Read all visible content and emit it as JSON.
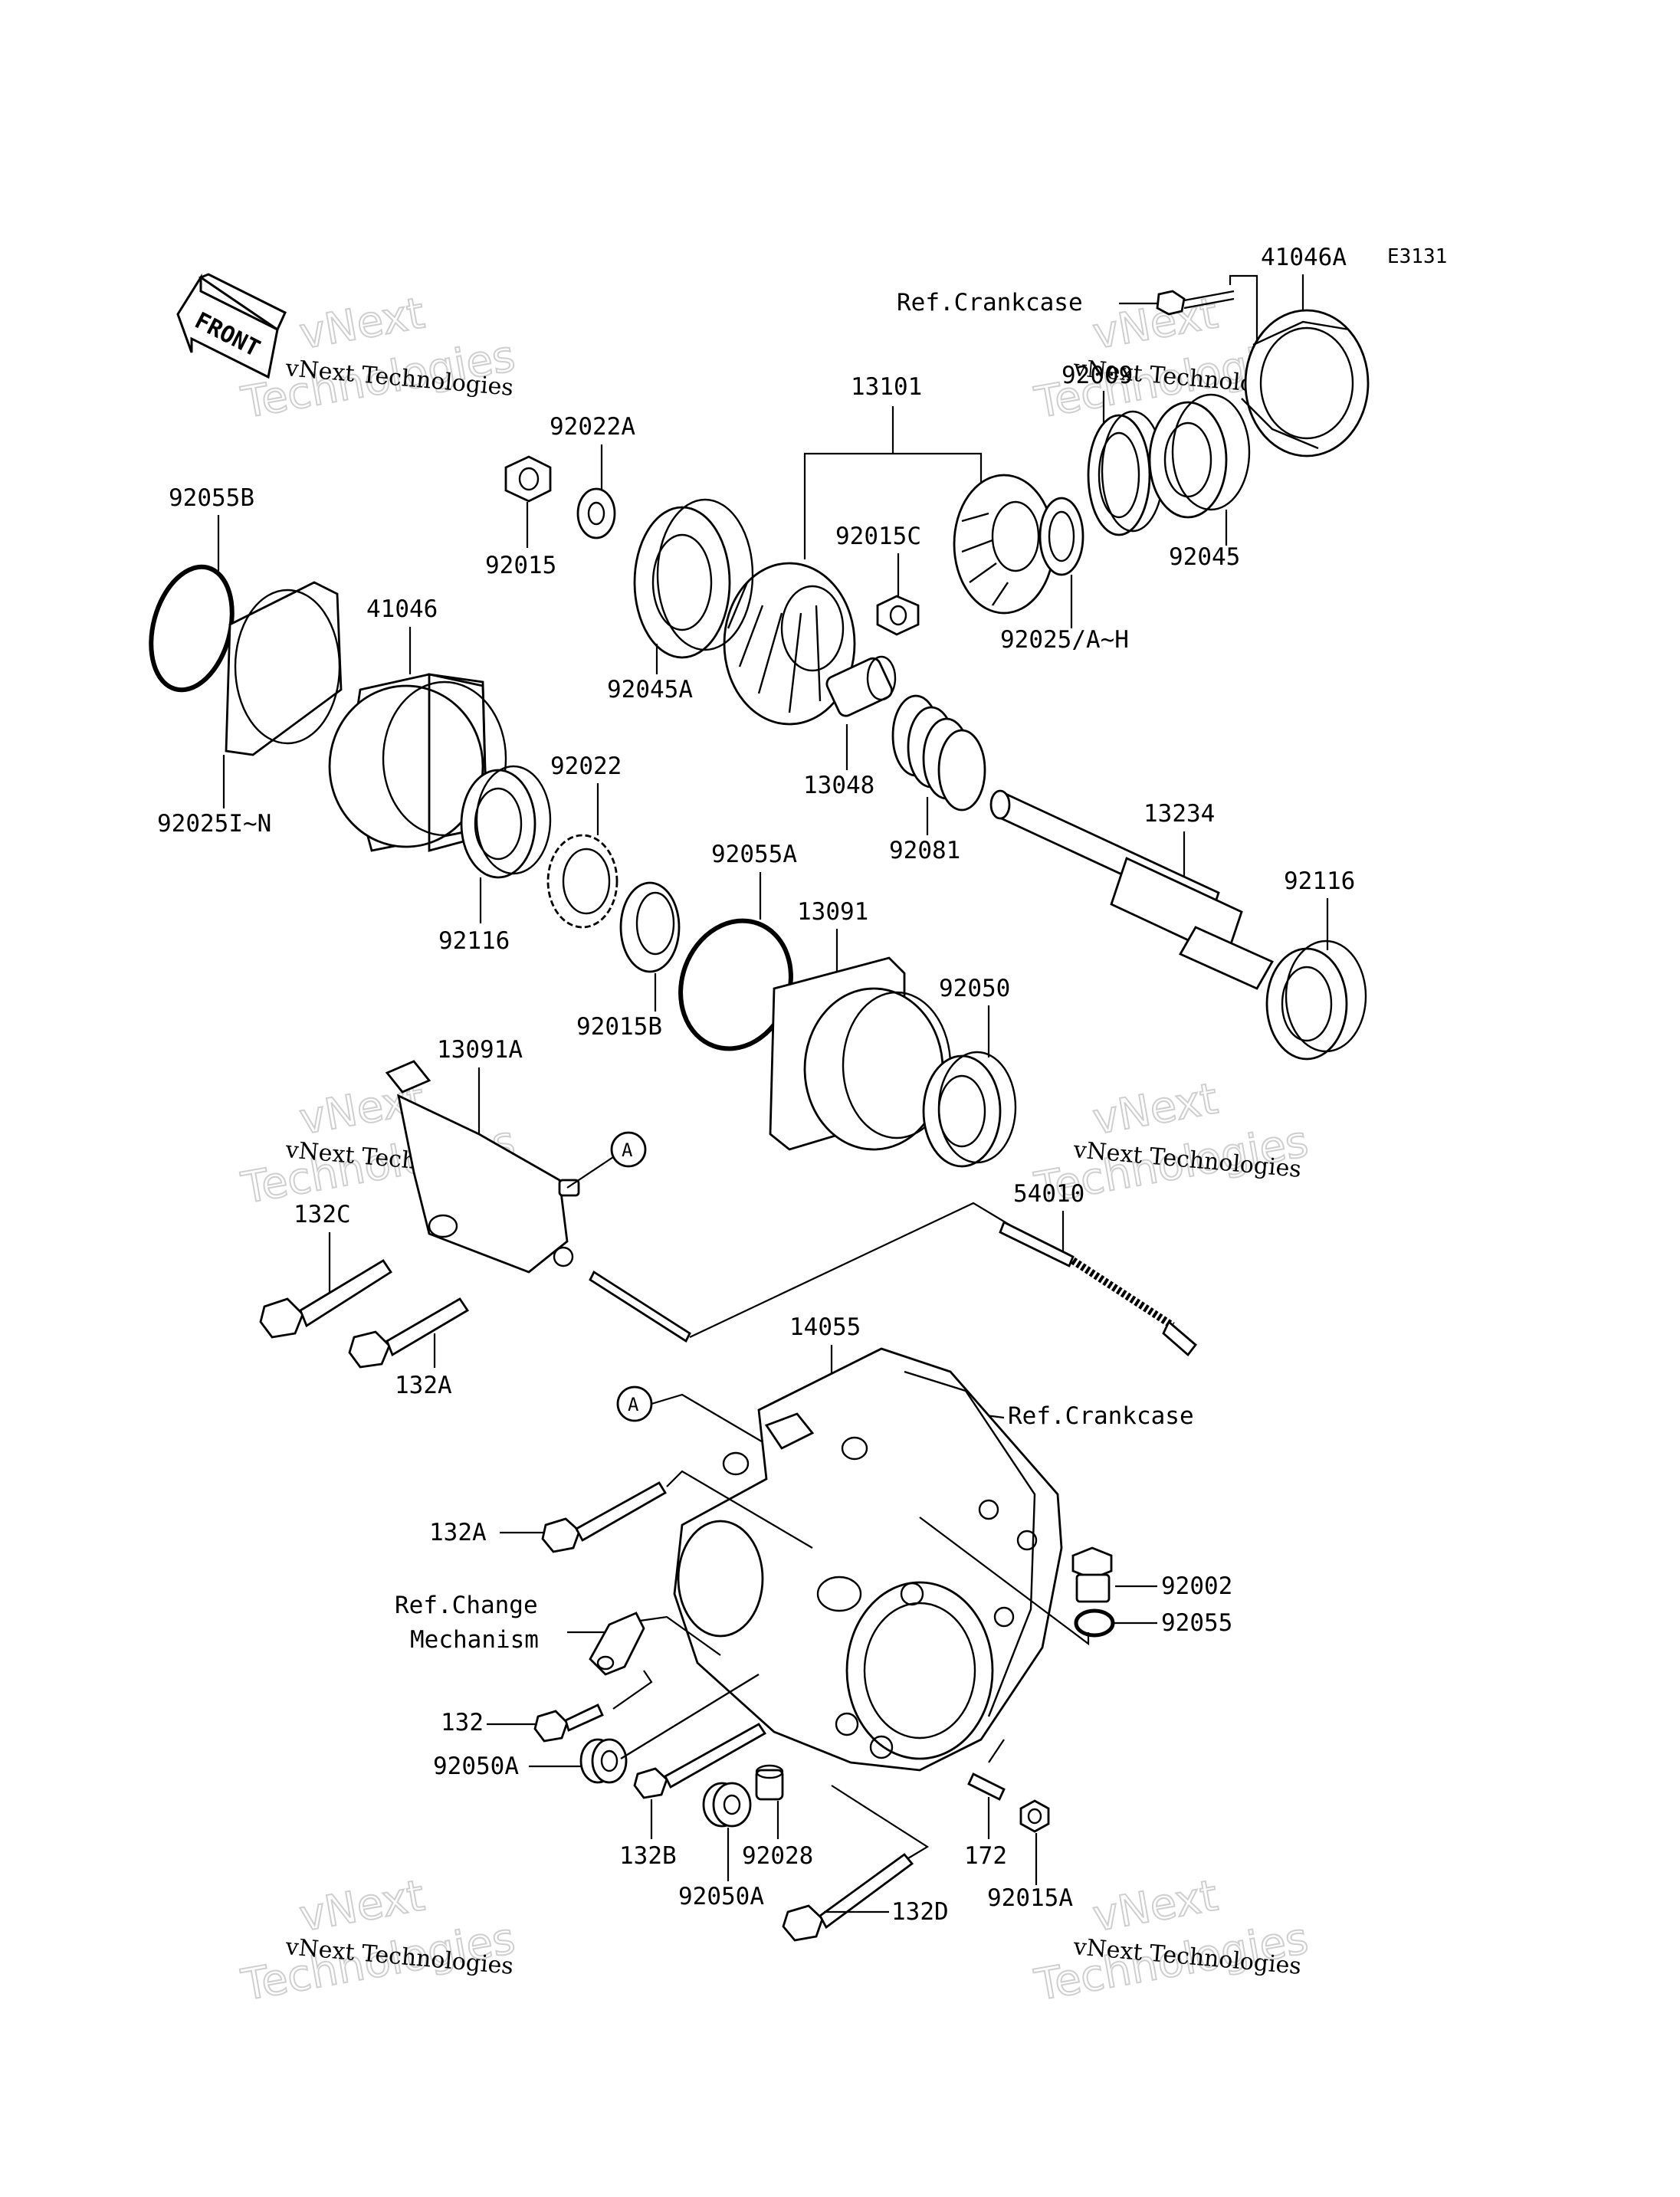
{
  "diagram_code": "E3131",
  "front_label": "FRONT",
  "watermark": {
    "line1": "vNext Technologies",
    "line2": "vNext",
    "line3": "Technologies"
  },
  "callout_a": "A",
  "refs": {
    "crankcase_top": "Ref.Crankcase",
    "crankcase_mid": "Ref.Crankcase",
    "change_mech_1": "Ref.Change",
    "change_mech_2": "Mechanism"
  },
  "parts": {
    "p41046A": "41046A",
    "p92009": "92009",
    "p92045": "92045",
    "p13101": "13101",
    "p92022A": "92022A",
    "p92015": "92015",
    "p92015C": "92015C",
    "p92025AH": "92025/A~H",
    "p92055B": "92055B",
    "p41046": "41046",
    "p92045A": "92045A",
    "p13048": "13048",
    "p92081": "92081",
    "p13234": "13234",
    "p92116_right": "92116",
    "p92025IN": "92025I~N",
    "p92022": "92022",
    "p92116_left": "92116",
    "p92055A": "92055A",
    "p13091": "13091",
    "p92050": "92050",
    "p92015B": "92015B",
    "p13091A": "13091A",
    "p132C": "132C",
    "p132A_top": "132A",
    "p54010": "54010",
    "p14055": "14055",
    "p132A_mid": "132A",
    "p92002": "92002",
    "p92055": "92055",
    "p132": "132",
    "p92050A_left": "92050A",
    "p132B": "132B",
    "p92028": "92028",
    "p172": "172",
    "p92050A_bottom": "92050A",
    "p92015A": "92015A",
    "p132D": "132D"
  }
}
